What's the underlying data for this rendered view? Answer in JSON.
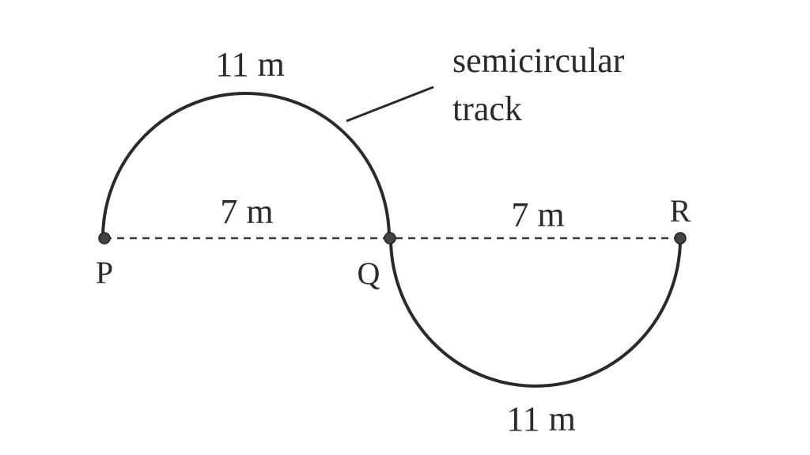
{
  "diagram": {
    "arc_upper_label": "11 m",
    "arc_lower_label": "11 m",
    "segment_pq_label": "7 m",
    "segment_qr_label": "7 m",
    "annotation_line1": "semicircular",
    "annotation_line2": "track",
    "point_p": "P",
    "point_q": "Q",
    "point_r": "R"
  }
}
